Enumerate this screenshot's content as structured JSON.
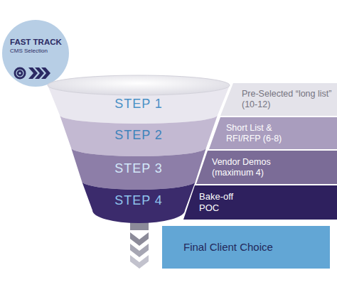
{
  "diagram": {
    "nodes": [
      {
        "text": [
          "FAST TRACK",
          "CMS Selection"
        ]
      },
      {
        "text": [
          "STEP 1"
        ]
      },
      {
        "text": [
          "Pre-Selected “long list” (10-12)"
        ]
      },
      {
        "text": [
          "STEP 2"
        ]
      },
      {
        "text": [
          "Short List & RFI/RFP (6-8)"
        ]
      },
      {
        "text": [
          "STEP 3"
        ]
      },
      {
        "text": [
          "Vendor Demos (maximum 4)"
        ]
      },
      {
        "text": [
          "STEP 4"
        ]
      },
      {
        "text": [
          "Bake-off POC"
        ]
      },
      {
        "text": [
          "Final Client Choice"
        ]
      }
    ]
  }
}
